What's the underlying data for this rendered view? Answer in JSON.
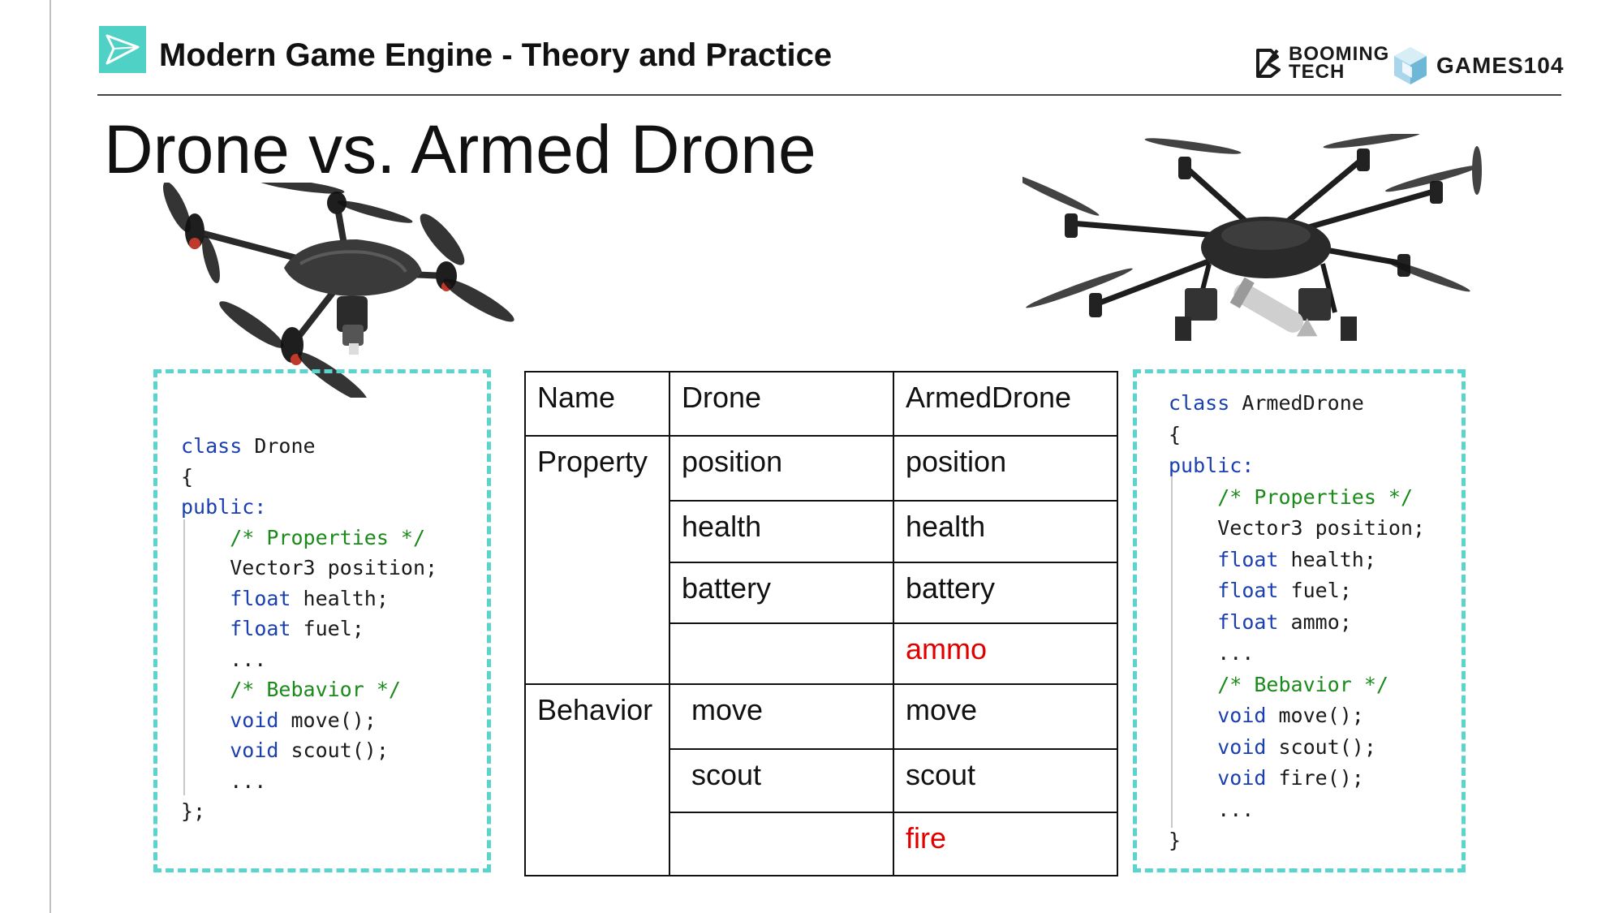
{
  "header": {
    "course_title": "Modern Game Engine - Theory and Practice",
    "brand_booming": "BOOMING TECH",
    "brand_games": "GAMES104"
  },
  "slide_title": "Drone vs. Armed Drone",
  "colors": {
    "accent": "#4fd1c5",
    "keyword": "#1a3fb0",
    "comment": "#1a8a1a",
    "highlight": "#e00000"
  },
  "drone_code": [
    [
      {
        "t": "class",
        "c": "kw"
      },
      {
        "t": " Drone",
        "c": ""
      }
    ],
    [
      {
        "t": "{",
        "c": ""
      }
    ],
    [
      {
        "t": "public:",
        "c": "kw"
      }
    ],
    [
      {
        "t": "    /* Properties */",
        "c": "cm"
      }
    ],
    [
      {
        "t": "    Vector3 position;",
        "c": ""
      }
    ],
    [
      {
        "t": "    ",
        "c": ""
      },
      {
        "t": "float",
        "c": "kw"
      },
      {
        "t": " health;",
        "c": ""
      }
    ],
    [
      {
        "t": "    ",
        "c": ""
      },
      {
        "t": "float",
        "c": "kw"
      },
      {
        "t": " fuel;",
        "c": ""
      }
    ],
    [
      {
        "t": "    ...",
        "c": ""
      }
    ],
    [
      {
        "t": "    /* Bebavior */",
        "c": "cm"
      }
    ],
    [
      {
        "t": "    ",
        "c": ""
      },
      {
        "t": "void",
        "c": "kw"
      },
      {
        "t": " move();",
        "c": ""
      }
    ],
    [
      {
        "t": "    ",
        "c": ""
      },
      {
        "t": "void",
        "c": "kw"
      },
      {
        "t": " scout();",
        "c": ""
      }
    ],
    [
      {
        "t": "    ...",
        "c": ""
      }
    ],
    [
      {
        "t": "};",
        "c": ""
      }
    ]
  ],
  "armed_code": [
    [
      {
        "t": "class",
        "c": "kw"
      },
      {
        "t": " ArmedDrone",
        "c": ""
      }
    ],
    [
      {
        "t": "{",
        "c": ""
      }
    ],
    [
      {
        "t": "public:",
        "c": "kw"
      }
    ],
    [
      {
        "t": "    /* Properties */",
        "c": "cm"
      }
    ],
    [
      {
        "t": "    Vector3 position;",
        "c": ""
      }
    ],
    [
      {
        "t": "    ",
        "c": ""
      },
      {
        "t": "float",
        "c": "kw"
      },
      {
        "t": " health;",
        "c": ""
      }
    ],
    [
      {
        "t": "    ",
        "c": ""
      },
      {
        "t": "float",
        "c": "kw"
      },
      {
        "t": " fuel;",
        "c": ""
      }
    ],
    [
      {
        "t": "    ",
        "c": ""
      },
      {
        "t": "float",
        "c": "kw"
      },
      {
        "t": " ammo;",
        "c": ""
      }
    ],
    [
      {
        "t": "    ...",
        "c": ""
      }
    ],
    [
      {
        "t": "    /* Bebavior */",
        "c": "cm"
      }
    ],
    [
      {
        "t": "    ",
        "c": ""
      },
      {
        "t": "void",
        "c": "kw"
      },
      {
        "t": " move();",
        "c": ""
      }
    ],
    [
      {
        "t": "    ",
        "c": ""
      },
      {
        "t": "void",
        "c": "kw"
      },
      {
        "t": " scout();",
        "c": ""
      }
    ],
    [
      {
        "t": "    ",
        "c": ""
      },
      {
        "t": "void",
        "c": "kw"
      },
      {
        "t": " fire();",
        "c": ""
      }
    ],
    [
      {
        "t": "    ...",
        "c": ""
      }
    ],
    [
      {
        "t": "}",
        "c": ""
      }
    ]
  ],
  "table": {
    "headers": [
      "Name",
      "Drone",
      "ArmedDrone"
    ],
    "property_label": "Property",
    "behavior_label": "Behavior",
    "property_rows": [
      {
        "drone": "position",
        "armed": "position",
        "armed_new": false
      },
      {
        "drone": "health",
        "armed": "health",
        "armed_new": false
      },
      {
        "drone": "battery",
        "armed": "battery",
        "armed_new": false
      },
      {
        "drone": "",
        "armed": "ammo",
        "armed_new": true
      }
    ],
    "behavior_rows": [
      {
        "drone": "move",
        "armed": "move",
        "armed_new": false
      },
      {
        "drone": "scout",
        "armed": "scout",
        "armed_new": false
      },
      {
        "drone": "",
        "armed": "fire",
        "armed_new": true
      }
    ]
  }
}
